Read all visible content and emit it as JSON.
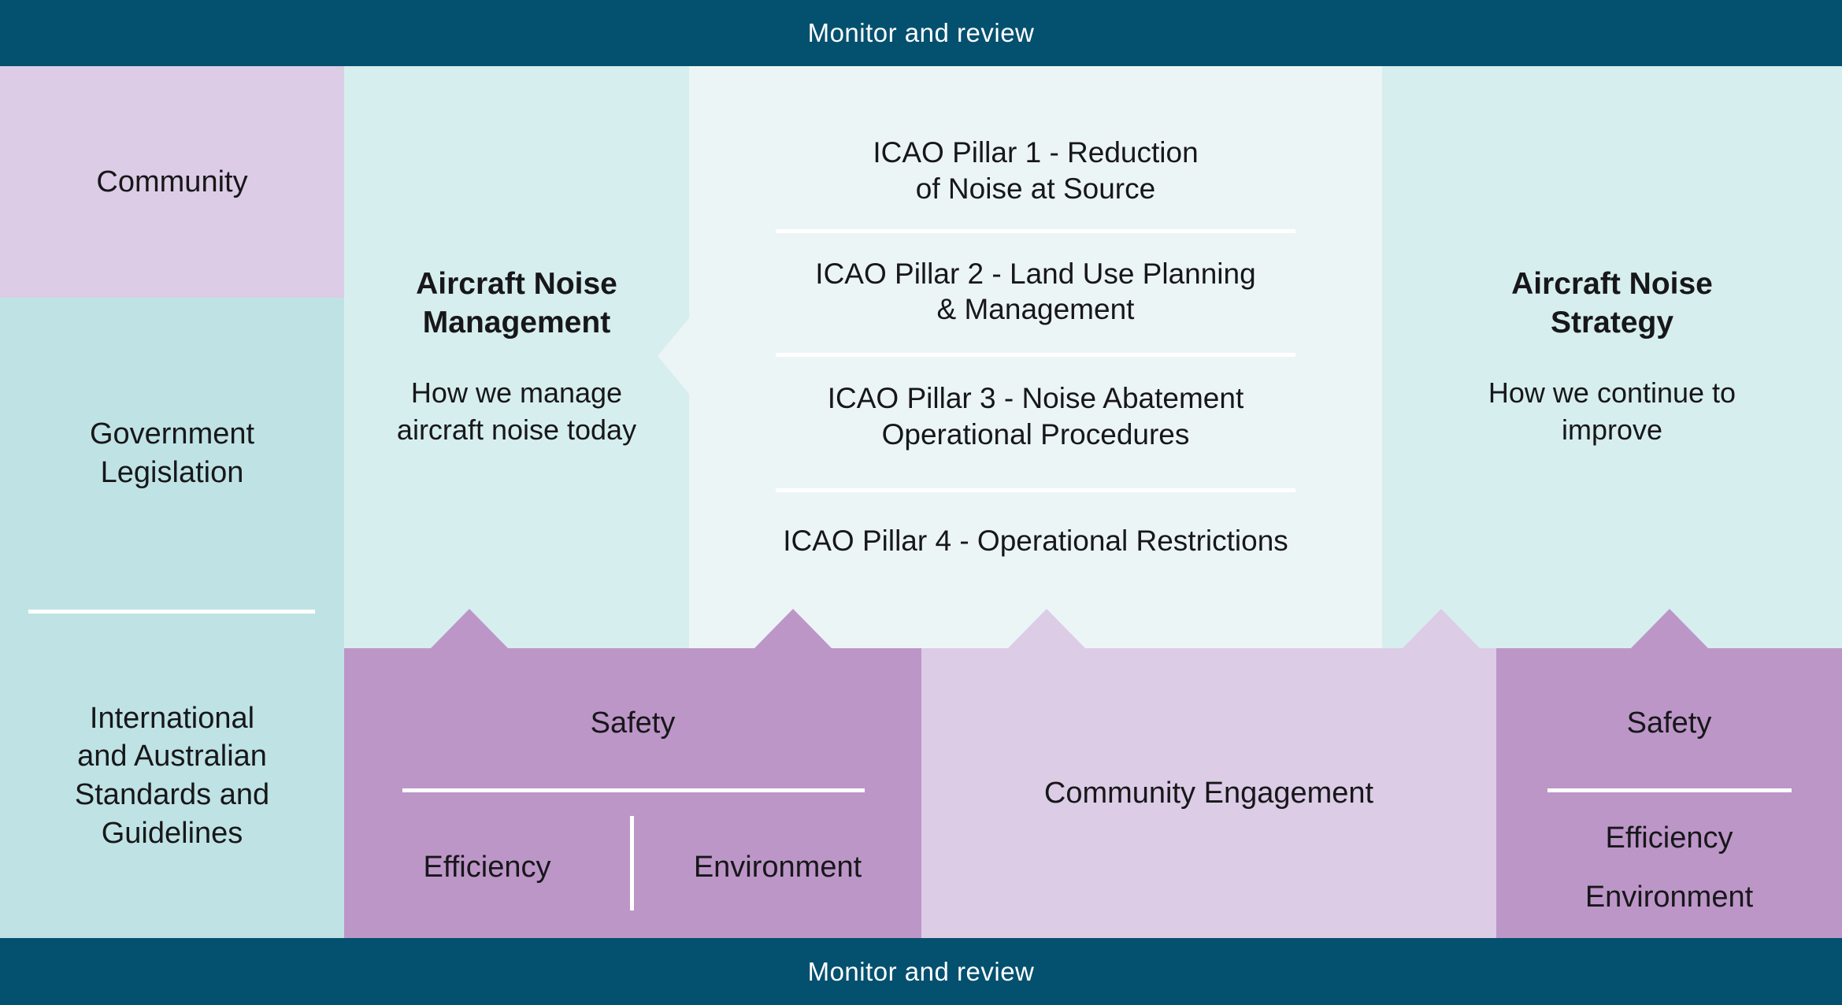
{
  "top_bar": {
    "label": "Monitor and review"
  },
  "bottom_bar": {
    "label": "Monitor and review"
  },
  "inputs_column": {
    "community_label": "Community",
    "government_label": "Government\nLegislation",
    "standards_label": "International\nand Australian\nStandards and\nGuidelines"
  },
  "management_block": {
    "title": "Aircraft Noise\nManagement",
    "subtitle": "How we manage\naircraft noise today"
  },
  "pillars_block": {
    "items": [
      "ICAO Pillar 1 - Reduction\nof Noise at Source",
      "ICAO Pillar 2 - Land Use Planning\n& Management",
      "ICAO Pillar 3 - Noise Abatement\nOperational Procedures",
      "ICAO Pillar 4 - Operational Restrictions"
    ]
  },
  "strategy_block": {
    "title": "Aircraft Noise\nStrategy",
    "subtitle": "How we continue to\nimprove"
  },
  "foundation_row": {
    "safety_left": {
      "title": "Safety",
      "sub_left": "Efficiency",
      "sub_right": "Environment"
    },
    "community_engagement_label": "Community Engagement",
    "safety_right": {
      "title": "Safety",
      "sub_top": "Efficiency",
      "sub_bottom": "Environment"
    }
  },
  "colors": {
    "bar_teal": "#04506F",
    "light_purple": "#DCCCE6",
    "dark_purple": "#BD96C8",
    "teal_strong": "#BFE3E5",
    "teal_mid": "#D7EEEE",
    "teal_pale": "#ECF5F6",
    "text": "#17171A",
    "divider": "#FFFFFF"
  }
}
